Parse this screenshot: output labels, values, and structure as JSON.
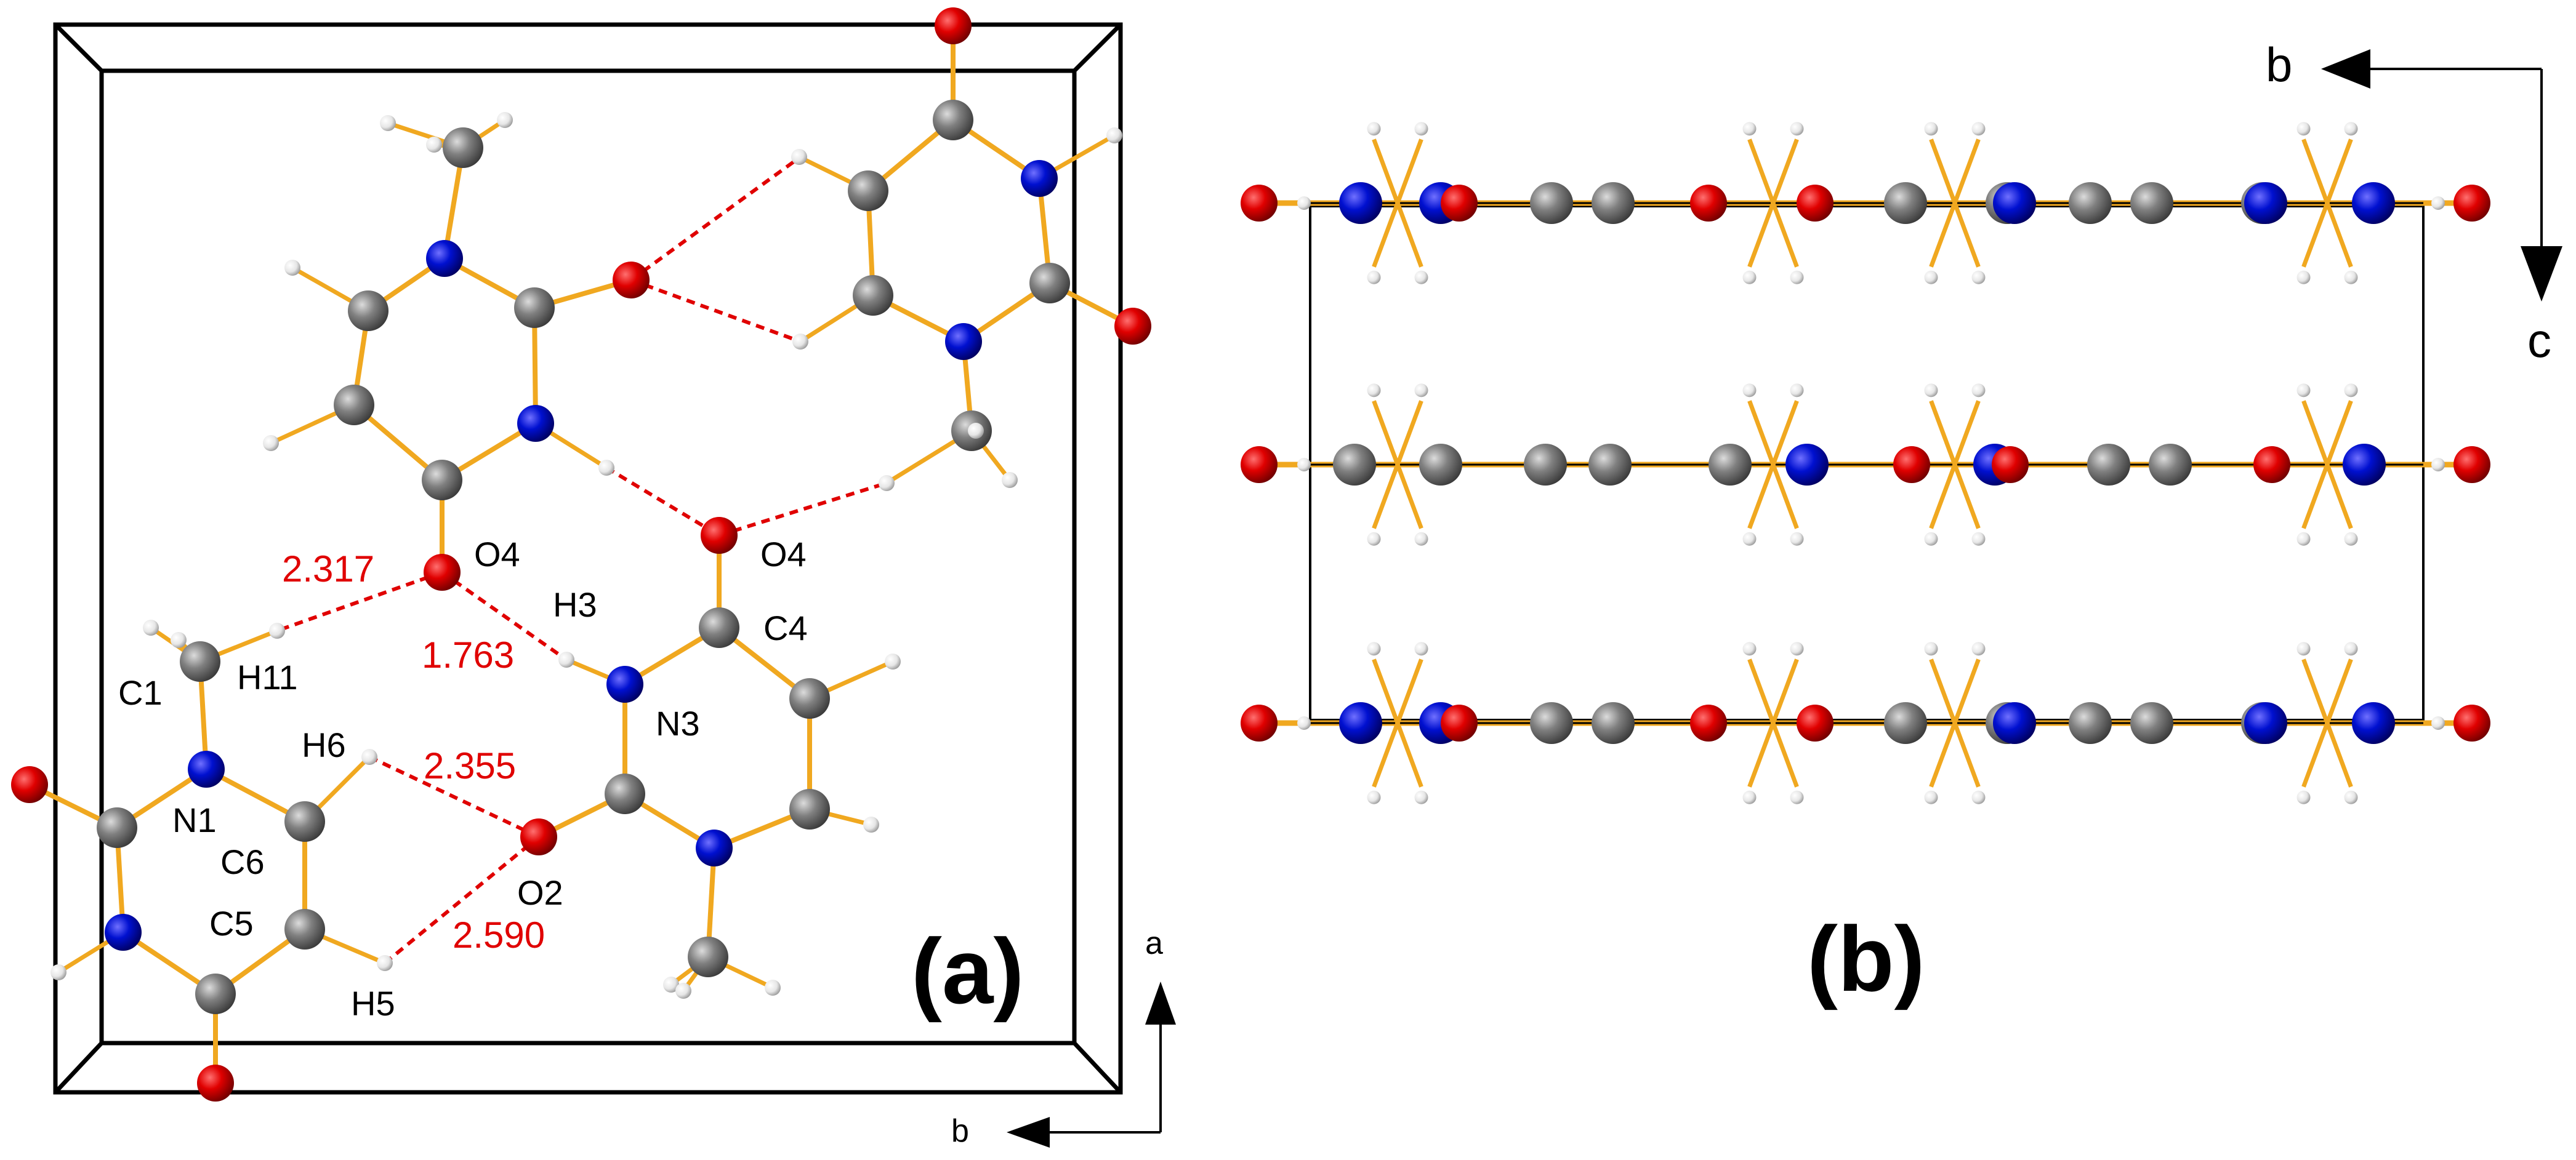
{
  "panel_a": {
    "label": "(a)",
    "atom_labels": {
      "O4_left": "O4",
      "O4_right": "O4",
      "H3": "H3",
      "C4": "C4",
      "C1": "C1",
      "H11": "H11",
      "N3": "N3",
      "H6": "H6",
      "N1": "N1",
      "C6": "C6",
      "O2": "O2",
      "C5": "C5",
      "H5": "H5"
    },
    "distances": {
      "d_2317": "2.317",
      "d_1763": "1.763",
      "d_2355": "2.355",
      "d_2590": "2.590"
    },
    "axes": {
      "vertical": "a",
      "horizontal": "b"
    }
  },
  "panel_b": {
    "label": "(b)",
    "axes": {
      "horizontal": "b",
      "vertical": "c"
    }
  },
  "colors": {
    "oxygen": "#e00000",
    "nitrogen": "#0000cc",
    "carbon": "#7f7f7f",
    "hydrogen": "#ffffff",
    "bond": "#f0a820",
    "hbond": "#e00000",
    "label_red": "#e00000"
  }
}
